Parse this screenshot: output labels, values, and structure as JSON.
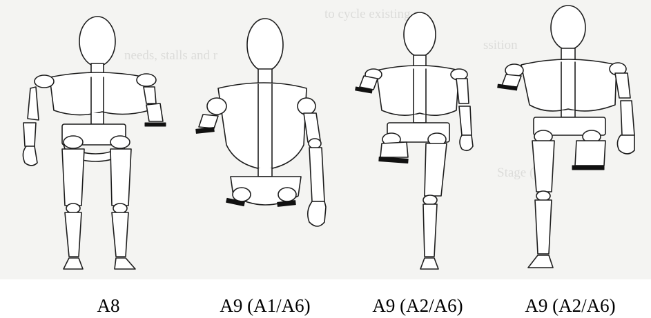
{
  "figures": [
    {
      "caption": "A8"
    },
    {
      "caption": "A9 (A1/A6)"
    },
    {
      "caption": "A9 (A2/A6)"
    },
    {
      "caption": "A9 (A2/A6)"
    }
  ],
  "colors": {
    "line": "#1d1d1d",
    "paper": "#f4f4f2",
    "cut_mark": "#111111"
  }
}
